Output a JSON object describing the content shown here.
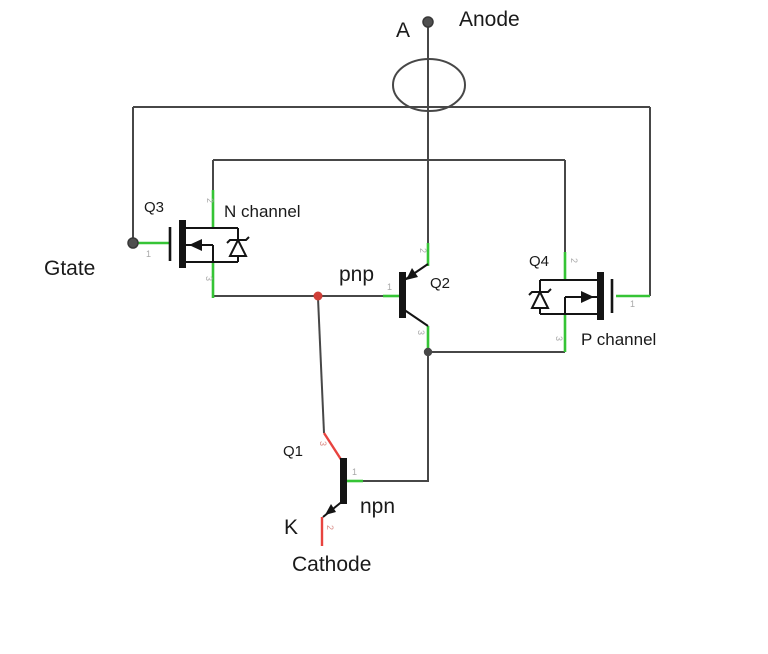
{
  "schematic": {
    "ports": {
      "anode": {
        "pin_label": "A",
        "name": "Anode"
      },
      "gate": {
        "name": "Gtate"
      },
      "cathode": {
        "pin_label": "K",
        "name": "Cathode"
      }
    },
    "components": {
      "q1": {
        "ref": "Q1",
        "type": "npn"
      },
      "q2": {
        "ref": "Q2",
        "type": "pnp"
      },
      "q3": {
        "ref": "Q3",
        "type": "N channel"
      },
      "q4": {
        "ref": "Q4",
        "type": "P channel"
      }
    },
    "pin_numbers": {
      "p1": "1",
      "p2": "2",
      "p3": "3"
    },
    "colors": {
      "wire": "#474747",
      "component": "#141414",
      "pin_connected": "#35c435",
      "pin_open": "#e8433f",
      "pin_number": "#a8a8a8",
      "background": "#ffffff"
    }
  }
}
